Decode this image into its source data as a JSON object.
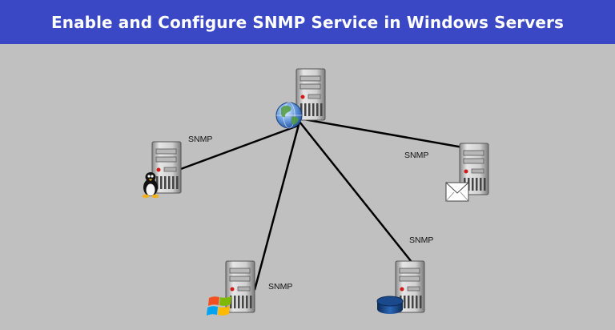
{
  "title": "Enable and Configure SNMP Service in Windows Servers",
  "colors": {
    "header_bg": "#3a48c6",
    "canvas_bg": "#c0c0c0",
    "link": "#000000"
  },
  "nodes": [
    {
      "id": "central-server",
      "icon": "globe-icon"
    },
    {
      "id": "linux-server",
      "icon": "tux-penguin-icon"
    },
    {
      "id": "mail-server",
      "icon": "envelope-icon"
    },
    {
      "id": "windows-server",
      "icon": "windows-logo-icon"
    },
    {
      "id": "database-server",
      "icon": "database-icon"
    }
  ],
  "links": [
    {
      "from": "central-server",
      "to": "linux-server",
      "label": "SNMP"
    },
    {
      "from": "central-server",
      "to": "mail-server",
      "label": "SNMP"
    },
    {
      "from": "central-server",
      "to": "windows-server",
      "label": "SNMP"
    },
    {
      "from": "central-server",
      "to": "database-server",
      "label": "SNMP"
    }
  ]
}
